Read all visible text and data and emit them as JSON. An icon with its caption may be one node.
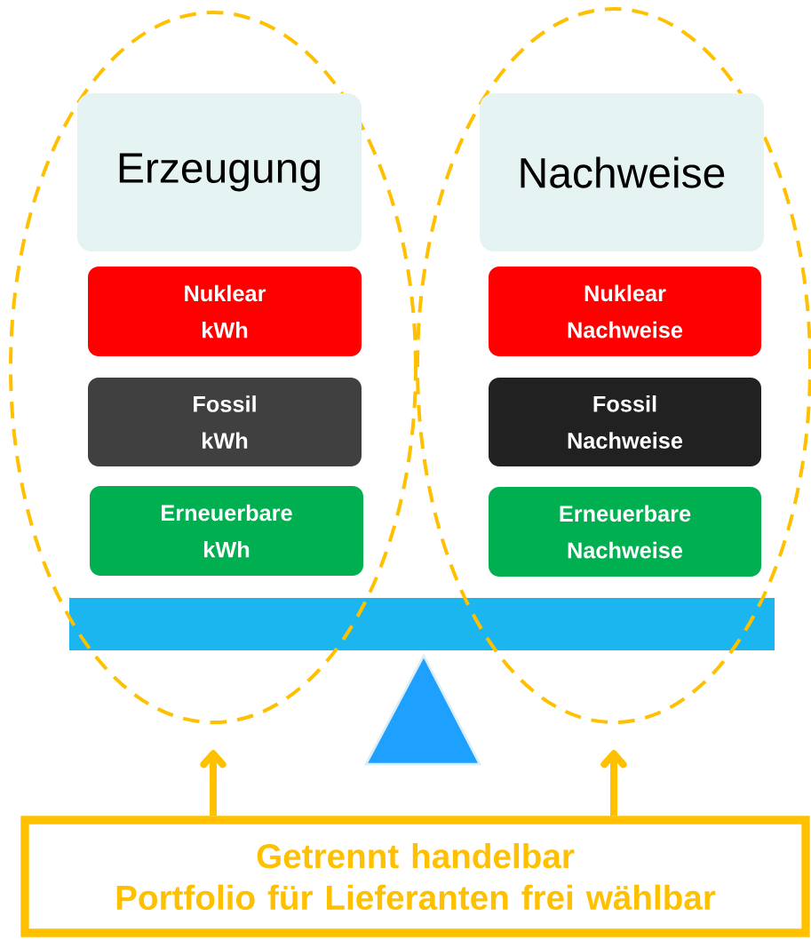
{
  "diagram": {
    "nodes": [
      {
        "text": [],
        "shape": "ellipse"
      },
      {
        "text": [
          "Erzeugung"
        ],
        "in": 0
      },
      {
        "text": [
          "Nuklear kWh"
        ],
        "in": 0
      },
      {
        "text": [
          "Fossil kWh"
        ],
        "in": 0
      },
      {
        "text": [
          "Erneuerbare kWh"
        ],
        "in": 0
      },
      {
        "text": [],
        "shape": "ellipse"
      },
      {
        "text": [
          "Nachweise"
        ],
        "in": 5
      },
      {
        "text": [
          "Nuklear Nachweise"
        ],
        "in": 5
      },
      {
        "text": [
          "Fossil Nachweise"
        ],
        "in": 5
      },
      {
        "text": [
          "Erneuerbare Nachweise"
        ],
        "in": 5
      },
      {
        "text": [
          "Getrennt handelbar",
          "Portfolio für Lieferanten frei wählbar"
        ]
      }
    ],
    "edges": [
      {
        "from": 10,
        "to": 0,
        "arrow": "to"
      },
      {
        "from": 10,
        "to": 5,
        "arrow": "to"
      }
    ]
  }
}
